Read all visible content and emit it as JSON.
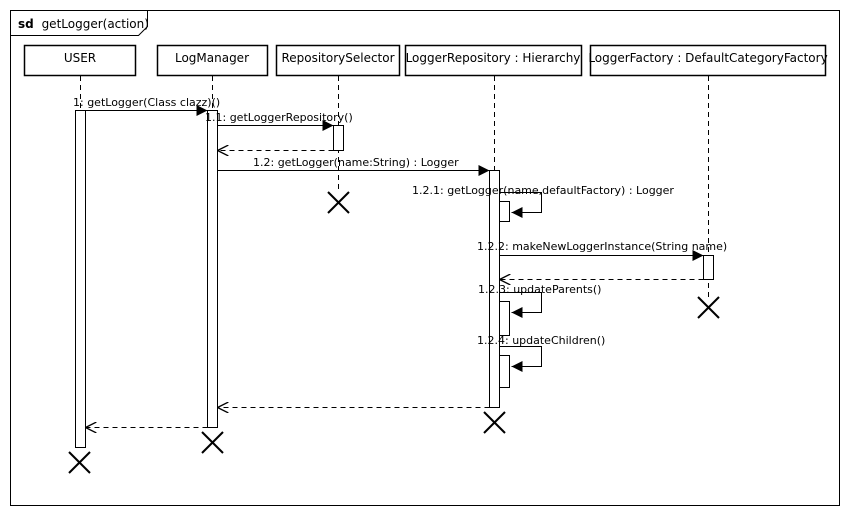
{
  "frame": {
    "keyword": "sd",
    "name": "getLogger(action)"
  },
  "lifelines": [
    {
      "id": "user",
      "label": "USER"
    },
    {
      "id": "logmanager",
      "label": "LogManager"
    },
    {
      "id": "reposelector",
      "label": "RepositorySelector"
    },
    {
      "id": "loggerrepo",
      "label": "LoggerRepository : Hierarchy"
    },
    {
      "id": "loggerfactory",
      "label": "LoggerFactory : DefaultCategoryFactory"
    }
  ],
  "messages": [
    {
      "id": "m1",
      "label": "1: getLogger(Class clazz)()"
    },
    {
      "id": "m11",
      "label": "1.1: getLoggerRepository()"
    },
    {
      "id": "m12",
      "label": "1.2: getLogger(name:String) : Logger"
    },
    {
      "id": "m121",
      "label": "1.2.1: getLogger(name,defaultFactory) : Logger"
    },
    {
      "id": "m122",
      "label": "1.2.2: makeNewLoggerInstance(String name)"
    },
    {
      "id": "m123",
      "label": "1.2.3: updateParents()"
    },
    {
      "id": "m124",
      "label": "1.2.4: updateChildren()"
    }
  ]
}
